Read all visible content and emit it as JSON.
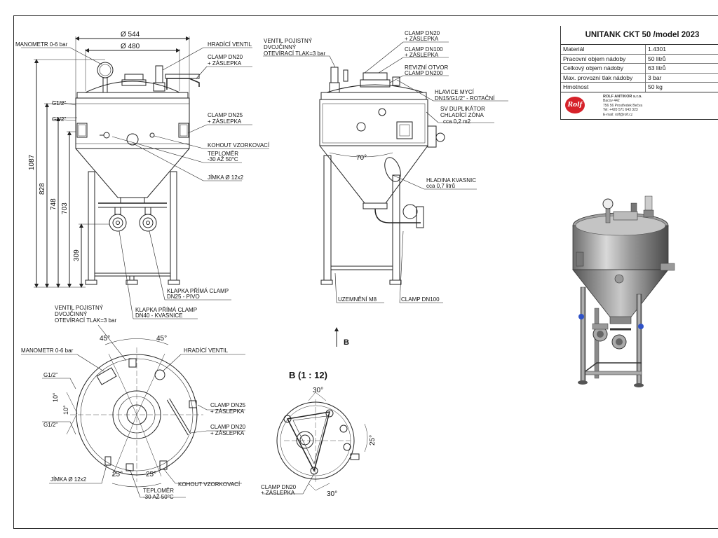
{
  "title_block": {
    "title": "UNITANK CKT 50 /model 2023",
    "rows": [
      {
        "key": "Materiál",
        "value": "1.4301"
      },
      {
        "key": "Pracovní objem nádoby",
        "value": "50 litrů"
      },
      {
        "key": "Celkový objem nádoby",
        "value": "63 litrů"
      },
      {
        "key": "Max. provozní tlak nádoby",
        "value": "3 bar"
      },
      {
        "key": "Hmotnost",
        "value": "50 kg"
      }
    ],
    "logo_text": "Rolf",
    "company": "ROLF ANTIKOR s.r.o.",
    "address_1": "Bacov 442",
    "address_2": "756 56 Prostředek Bečva",
    "phone": "Tel: +420 571 643 323",
    "email": "E-mail: rolf@rolf.cz"
  },
  "front_view": {
    "dim_544": "Ø 544",
    "dim_480": "Ø 480",
    "dim_1087": "1087",
    "dim_828": "828",
    "dim_748": "748",
    "dim_703": "703",
    "dim_309": "309",
    "g1": "G1/2\"",
    "g2": "G1/2\"",
    "manometr": "MANOMETR 0-6 bar",
    "hradici": "HRADÍCÍ VENTIL",
    "clamp20_a": "CLAMP DN20",
    "clamp20_b": "+ ZÁSLEPKA",
    "clamp25_a": "CLAMP DN25",
    "clamp25_b": "+ ZÁSLEPKA",
    "kohout": "KOHOUT VZORKOVACÍ",
    "teplomer_a": "TEPLOMĚR",
    "teplomer_b": "-30 AŽ 50°C",
    "jimka": "JÍMKA Ø 12x2",
    "klapka25_a": "KLAPKA PŘÍMÁ CLAMP",
    "klapka25_b": "DN25 - PIVO",
    "klapka40_a": "KLAPKA PŘÍMÁ CLAMP",
    "klapka40_b": "DN40 - KVASNICE",
    "ventil_a": "VENTIL POJISTNÝ",
    "ventil_b": "DVOJČINNÝ",
    "ventil_c": "OTEVÍRACÍ TLAK=3 bar"
  },
  "side_view": {
    "ventil_a": "VENTIL POJISTNÝ",
    "ventil_b": "DVOJČINNÝ",
    "ventil_c": "OTEVÍRACÍ TLAK=3 bar",
    "clamp20_a": "CLAMP DN20",
    "clamp20_b": "+ ZÁSLEPKA",
    "clamp100_a": "CLAMP DN100",
    "clamp100_b": "+ ZÁSLEPKA",
    "revizni_a": "REVIZNÍ OTVOR",
    "revizni_b": "CLAMP DN200",
    "hlavice_a": "HLAVICE MYCÍ",
    "hlavice_b": "DN15/G1/2\" - ROTAČNÍ",
    "sv_a": "SV DUPLIKÁTOR",
    "sv_b": "CHLADÍCÍ ZÓNA",
    "sv_c": "cca 0,2 m2",
    "angle": "70°",
    "hladina_a": "HLADINA KVASNIC",
    "hladina_b": "cca 0,7 litrů",
    "uzemneni": "UZEMNĚNÍ M8",
    "clampdn100": "CLAMP DN100",
    "arrow_label": "B"
  },
  "top_view": {
    "manometr": "MANOMETR 0-6 bar",
    "hradici": "HRADÍCÍ VENTIL",
    "a45_l": "45°",
    "a45_r": "45°",
    "g1": "G1/2\"",
    "g2": "G1/2\"",
    "a10": "10°",
    "a10b": "10°",
    "clamp25_a": "CLAMP DN25",
    "clamp25_b": "+ ZÁSLEPKA",
    "clamp20_a": "CLAMP DN20",
    "clamp20_b": "+ ZÁSLEPKA",
    "jimka": "JÍMKA Ø 12x2",
    "a25_l": "25°",
    "a25_r": "25°",
    "kohout": "KOHOUT VZORKOVACÍ",
    "teplomer_a": "TEPLOMĚR",
    "teplomer_b": "-30 AŽ 50°C"
  },
  "detail_b": {
    "title": "B (1 : 12)",
    "a30_top": "30°",
    "a25": "25°",
    "a30_bot": "30°",
    "clamp20_a": "CLAMP DN20",
    "clamp20_b": "+ ZÁSLEPKA"
  }
}
